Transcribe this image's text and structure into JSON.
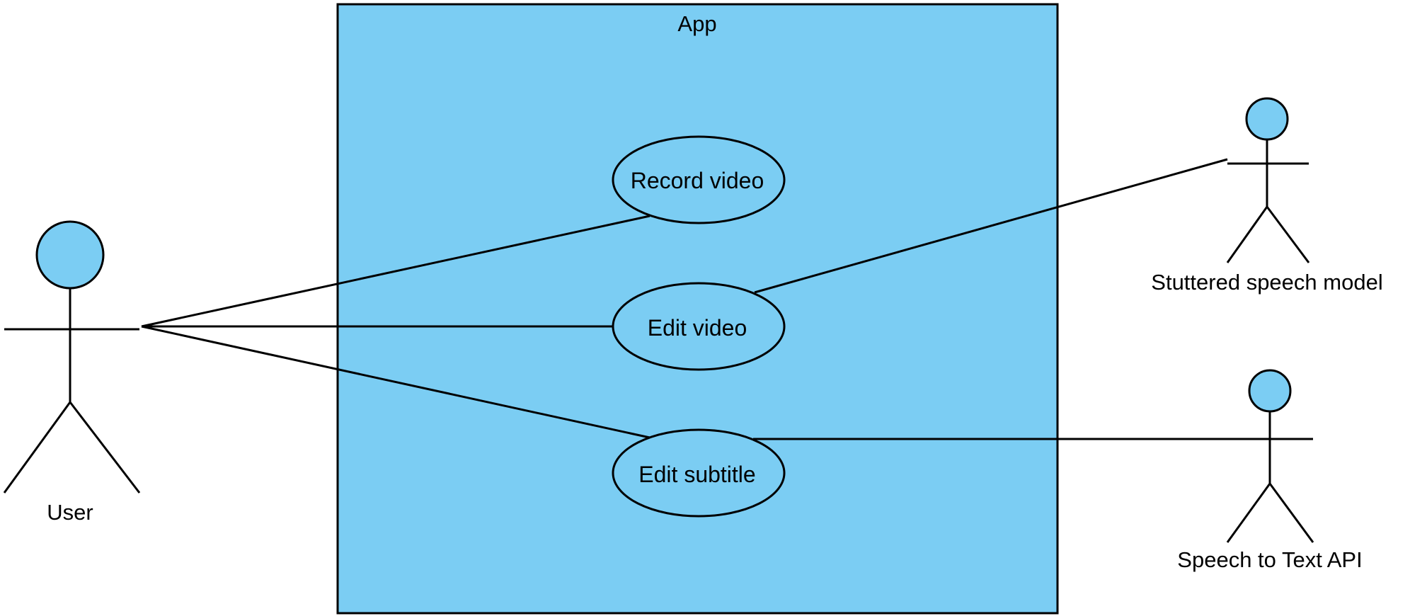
{
  "colors": {
    "fill": "#7BCDF3",
    "stroke": "#000000",
    "text": "#000000",
    "background": "#FFFFFF"
  },
  "system": {
    "title": "App"
  },
  "use_cases": [
    {
      "label": "Record video"
    },
    {
      "label": "Edit video"
    },
    {
      "label": "Edit subtitle"
    }
  ],
  "actors": [
    {
      "name": "User"
    },
    {
      "name": "Stuttered speech model"
    },
    {
      "name": "Speech to Text API"
    }
  ]
}
